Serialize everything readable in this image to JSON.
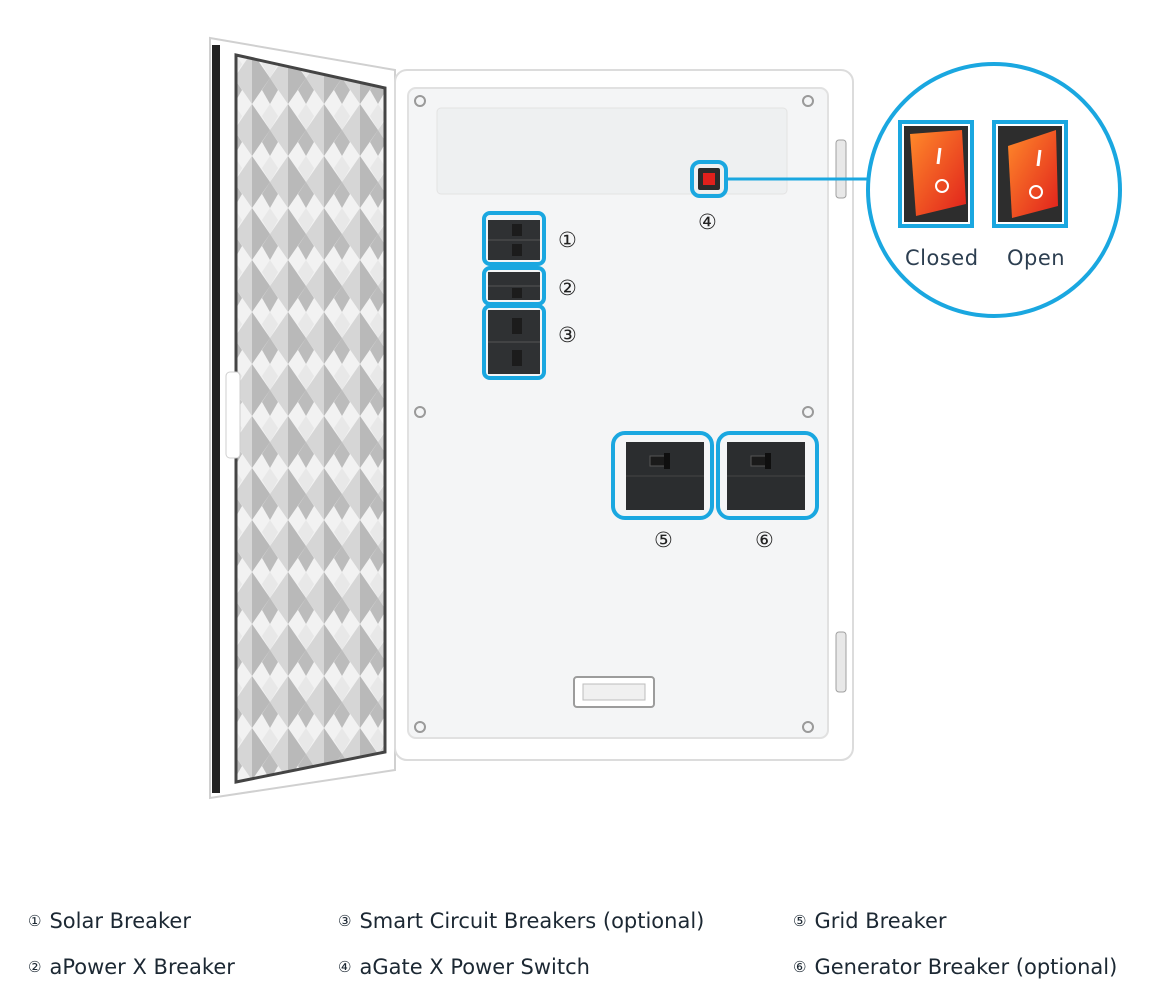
{
  "markers": {
    "m1": "①",
    "m2": "②",
    "m3": "③",
    "m4": "④",
    "m5": "⑤",
    "m6": "⑥"
  },
  "zoom_inset": {
    "closed_label": "Closed",
    "open_label": "Open",
    "switch_color": "#f26a1b",
    "switch_symbol_on": "I",
    "switch_symbol_off": "O"
  },
  "legend": [
    {
      "num": "①",
      "label": "Solar Breaker"
    },
    {
      "num": "③",
      "label": "Smart Circuit Breakers (optional)"
    },
    {
      "num": "⑤",
      "label": "Grid Breaker"
    },
    {
      "num": "②",
      "label": "aPower X Breaker"
    },
    {
      "num": "④",
      "label": "aGate X Power Switch"
    },
    {
      "num": "⑥",
      "label": "Generator Breaker (optional)"
    }
  ],
  "colors": {
    "highlight": "#1aa7e0",
    "breaker": "#2f3133",
    "panel": "#f4f5f6",
    "frame": "#ffffff"
  }
}
